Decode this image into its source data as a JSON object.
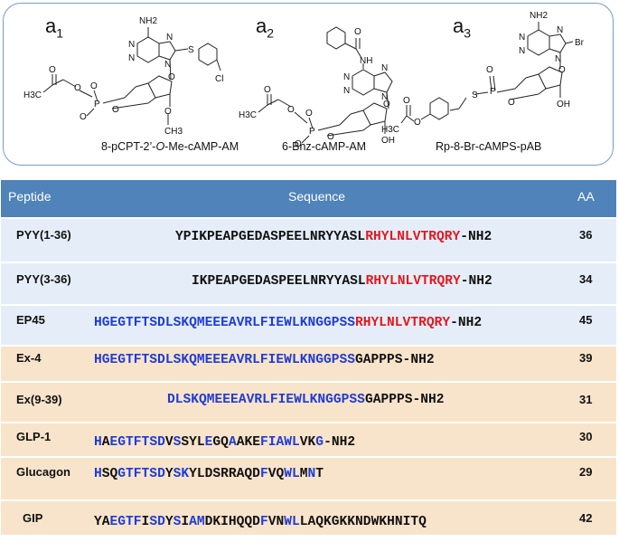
{
  "compounds": [
    {
      "label": "a",
      "index": "1",
      "name_parts": [
        "8-pCPT-2’-",
        "O",
        "-Me-cAMP-AM"
      ]
    },
    {
      "label": "a",
      "index": "2",
      "name": "6-Bnz-cAMP-AM"
    },
    {
      "label": "a",
      "index": "3",
      "name": "Rp-8-Br-cAMPS-pAB"
    }
  ],
  "atoms": {
    "NH2": "NH2",
    "N": "N",
    "S": "S",
    "Cl": "Cl",
    "O": "O",
    "P": "P",
    "H3C": "H3C",
    "CH3": "CH3",
    "NH": "NH",
    "OH": "OH",
    "Br": "Br"
  },
  "table": {
    "headers": [
      "Peptide",
      "Sequence",
      "AA"
    ],
    "rows": [
      {
        "name": "PYY(1-36)",
        "aa": "36",
        "segments": [
          {
            "text": "YPIKPEAPGEDASPEELNRYYASL",
            "color": "black"
          },
          {
            "text": "RHYLNLVTRQRY",
            "color": "red"
          },
          {
            "text": "-NH2",
            "color": "black"
          }
        ]
      },
      {
        "name": "PYY(3-36)",
        "aa": "34",
        "segments": [
          {
            "text": "IKPEAPGEDASPEELNRYYASL",
            "color": "black"
          },
          {
            "text": "RHYLNLVTRQRY",
            "color": "red"
          },
          {
            "text": "-NH2",
            "color": "black"
          }
        ]
      },
      {
        "name": "EP45",
        "aa": "45",
        "segments": [
          {
            "text": "HGEGTFTSDLSKQMEEEAVRLFIEWLKNGGPSS",
            "color": "blue"
          },
          {
            "text": "RHYLNLVTRQRY",
            "color": "red"
          },
          {
            "text": "-NH2",
            "color": "black"
          }
        ]
      },
      {
        "name": "Ex-4",
        "aa": "39",
        "segments": [
          {
            "text": "HGEGTFTSDLSKQMEEEAVRLFIEWLKNGGPSS",
            "color": "blue"
          },
          {
            "text": "GAPPPS-NH2",
            "color": "black"
          }
        ]
      },
      {
        "name": "Ex(9-39)",
        "aa": "31",
        "segments": [
          {
            "text": "DLSKQMEEEAVRLFIEWLKNGGPSS",
            "color": "blue"
          },
          {
            "text": "GAPPPS-NH2",
            "color": "black"
          }
        ]
      },
      {
        "name": "GLP-1",
        "aa": "30",
        "segments": [
          {
            "text": "H",
            "color": "blue"
          },
          {
            "text": "A",
            "color": "black"
          },
          {
            "text": "EGTFTSD",
            "color": "blue"
          },
          {
            "text": "V",
            "color": "black"
          },
          {
            "text": "S",
            "color": "blue"
          },
          {
            "text": "SYL",
            "color": "black"
          },
          {
            "text": "E",
            "color": "blue"
          },
          {
            "text": "GQ",
            "color": "black"
          },
          {
            "text": "A",
            "color": "blue"
          },
          {
            "text": "AKE",
            "color": "black"
          },
          {
            "text": "FIAWL",
            "color": "blue"
          },
          {
            "text": "VK",
            "color": "black"
          },
          {
            "text": "G",
            "color": "blue"
          },
          {
            "text": "-NH2",
            "color": "black"
          }
        ]
      },
      {
        "name": "Glucagon",
        "aa": "29",
        "segments": [
          {
            "text": "H",
            "color": "blue"
          },
          {
            "text": "SQ",
            "color": "black"
          },
          {
            "text": "GTFTSD",
            "color": "blue"
          },
          {
            "text": "Y",
            "color": "black"
          },
          {
            "text": "SK",
            "color": "blue"
          },
          {
            "text": "YLDSRRAQD",
            "color": "black"
          },
          {
            "text": "F",
            "color": "blue"
          },
          {
            "text": "VQ",
            "color": "black"
          },
          {
            "text": "WL",
            "color": "blue"
          },
          {
            "text": "M",
            "color": "black"
          },
          {
            "text": "N",
            "color": "blue"
          },
          {
            "text": "T",
            "color": "black"
          }
        ]
      },
      {
        "name": "GIP",
        "aa": "42",
        "segments": [
          {
            "text": "YA",
            "color": "black"
          },
          {
            "text": "EGTF",
            "color": "blue"
          },
          {
            "text": "I",
            "color": "black"
          },
          {
            "text": "SD",
            "color": "blue"
          },
          {
            "text": "Y",
            "color": "black"
          },
          {
            "text": "S",
            "color": "blue"
          },
          {
            "text": "I",
            "color": "black"
          },
          {
            "text": "AM",
            "color": "blue"
          },
          {
            "text": "DKIHQQD",
            "color": "black"
          },
          {
            "text": "F",
            "color": "blue"
          },
          {
            "text": "VN",
            "color": "black"
          },
          {
            "text": "WL",
            "color": "blue"
          },
          {
            "text": "LAQKGKKNDWKHNITQ",
            "color": "black"
          }
        ]
      }
    ]
  },
  "colors": {
    "header": "#4f83b9",
    "row_blue": "#e5eef8",
    "row_peach": "#f8e4cb",
    "residue_blue": "#1f3bd6",
    "residue_red": "#e0191f",
    "panel_border": "#6f9fc9"
  }
}
